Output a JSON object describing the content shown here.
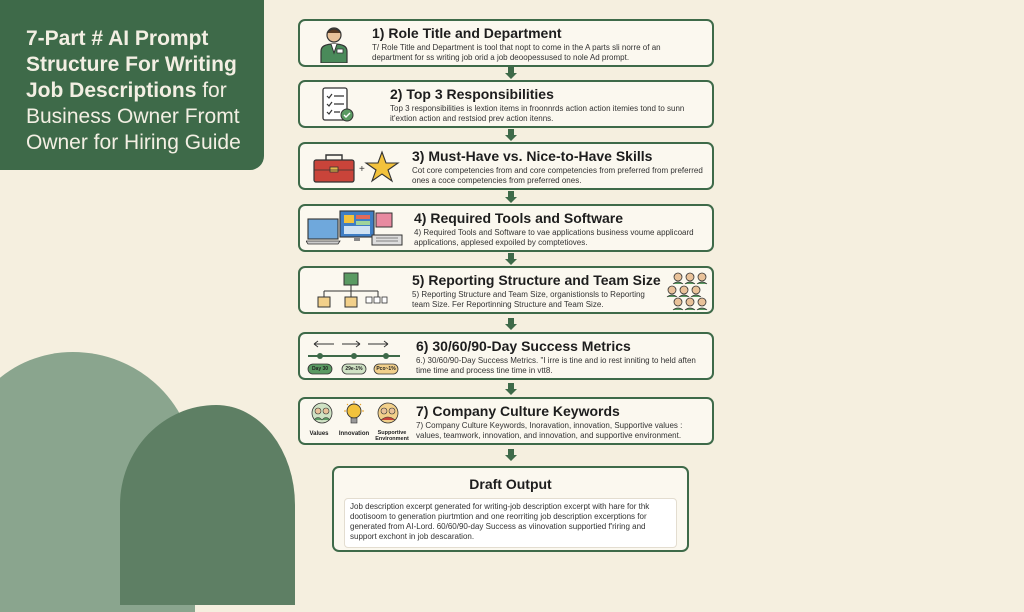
{
  "title": {
    "bold": "7-Part # AI Prompt Structure For Writing Job Descriptions",
    "regular": " for Business Owner Fromt Owner for Hiring Guide"
  },
  "steps": [
    {
      "title": "1) Role Title and Department",
      "desc": "T/ Role Title and Department is tool that nopt to come in the A parts sli norre of an department for ss writing job orid a job deoopessused to nole Ad prompt."
    },
    {
      "title": "2) Top 3 Responsibilities",
      "desc": "Top 3 responsibilities is lextion items in froonnrds action action itemies tond to sunn it'extion action and restsiod prev action itenns."
    },
    {
      "title": "3) Must-Have vs. Nice-to-Have Skills",
      "desc": "Cot core competencies from and core competencies from preferred from preferred ones a coce competencies from preferred ones."
    },
    {
      "title": "4) Required Tools and Software",
      "desc": "4) Required Tools and Software to vae applications business voume applicoard applications, applesed expoiled by comptetioves."
    },
    {
      "title": "5) Reporting Structure and Team Size",
      "desc": "5)  Reporting Structure and Team Size, organistionsls to Reporting team Size.  Fer Reportinning Structure and Team Size."
    },
    {
      "title": "6) 30/60/90-Day Success Metrics",
      "desc": "6.) 30/60/90-Day Success Metrics. \"I irre is tine and io rest inniting to held aften time time and process tine time in vtt8."
    },
    {
      "title": "7) Company Culture Keywords",
      "desc": "7)  Company Culture Keywords, Inoravation, innovation, Supportive values : values, teamwork, innovation, and innovation, and supportive environment."
    }
  ],
  "culture_icons": [
    "Values",
    "Innovation",
    "Supportive Environment"
  ],
  "metrics_pills": [
    "Day 30",
    "29e-1%",
    "Pco~1%"
  ],
  "draft": {
    "title": "Draft Output",
    "body": "Job description excerpt generated for writing-job description excerpt with hare for thk dootisoom to generation piurtmtion and one reorriting job description excerptions for generated from AI-Lord. 60/60/90-day Success as viinovation supportied f'riring and support exchont in job descaration."
  },
  "colors": {
    "dark_green": "#3e6a49",
    "background": "#f5efdf",
    "card": "#fbf8ef",
    "blob_light": "#8aa58e",
    "blob_dark": "#5e7f64"
  }
}
